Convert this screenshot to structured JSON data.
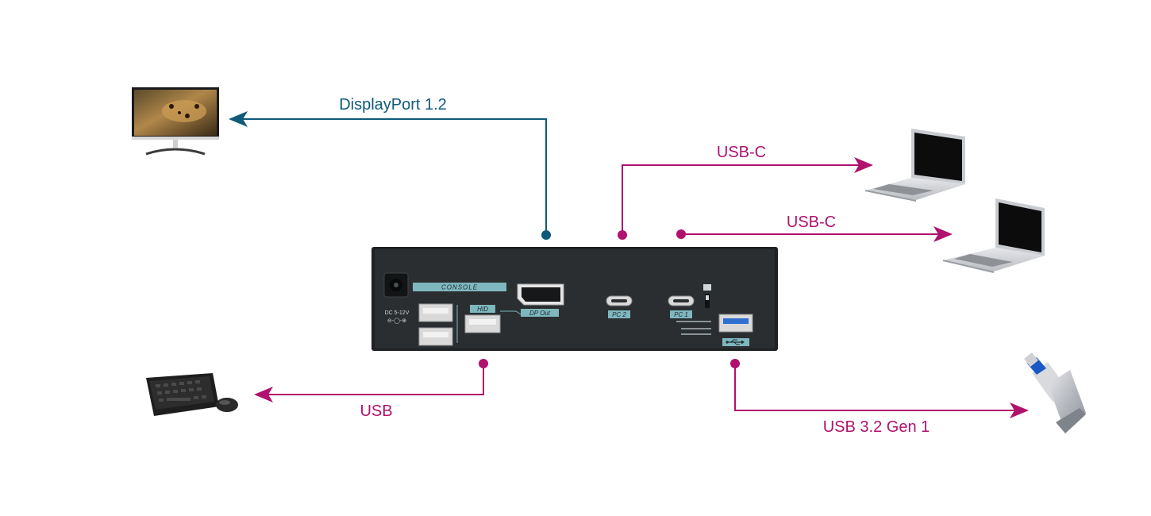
{
  "colors": {
    "display_link": "#0e5a78",
    "usb_link": "#b0126e",
    "device_body": "#1f2224",
    "panel_label_bg": "#7fb7be"
  },
  "connections": {
    "displayport": "DisplayPort 1.2",
    "usbc_pc2": "USB-C",
    "usbc_pc1": "USB-C",
    "usb_hid": "USB",
    "usb_gen1": "USB 3.2 Gen 1"
  },
  "device_panel": {
    "dc_label": "DC 5-12V",
    "console_label": "CONSOLE",
    "hid_label": "HID",
    "dp_out_label": "DP Out",
    "pc2_label": "PC 2",
    "pc1_label": "PC 1"
  },
  "icons": {
    "monitor": "monitor-icon",
    "laptop_top": "laptop-icon",
    "laptop_bottom": "laptop-icon",
    "keyboard_mouse": "keyboard-mouse-icon",
    "usb_stick": "usb-flash-drive-icon"
  }
}
